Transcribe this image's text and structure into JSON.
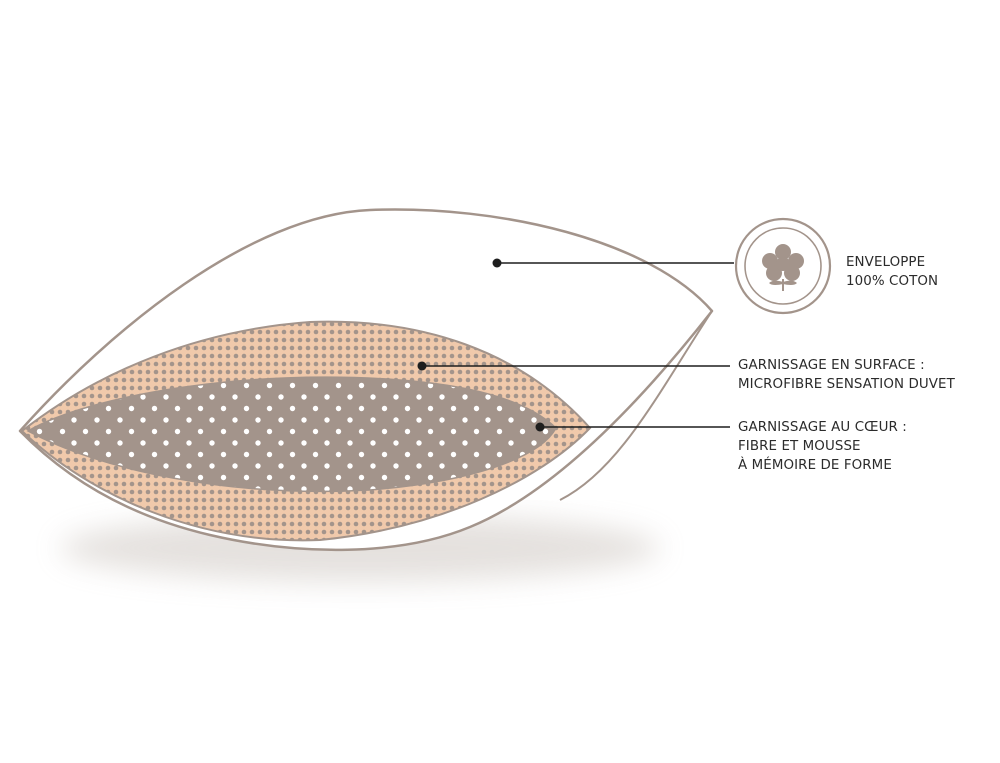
{
  "diagram": {
    "colors": {
      "outline": "#a3948b",
      "envelope_fill": "#ffffff",
      "surface_fill": "#f0c9ab",
      "surface_dots": "#a3948b",
      "core_fill": "#a3948b",
      "core_dots": "#ffffff",
      "leader_line": "#1e1e1e",
      "text": "#2b2b2b",
      "badge_ring": "#a3948b",
      "badge_icon": "#a3948b"
    },
    "labels": {
      "envelope": {
        "line1": "ENVELOPPE",
        "line2": "100% COTON",
        "icon": "cotton-flower-icon"
      },
      "surface": {
        "line1": "GARNISSAGE EN SURFACE :",
        "line2": "MICROFIBRE SENSATION DUVET"
      },
      "core": {
        "line1": "GARNISSAGE AU CŒUR :",
        "line2": "FIBRE ET MOUSSE",
        "line3": "À MÉMOIRE DE FORME"
      }
    }
  }
}
